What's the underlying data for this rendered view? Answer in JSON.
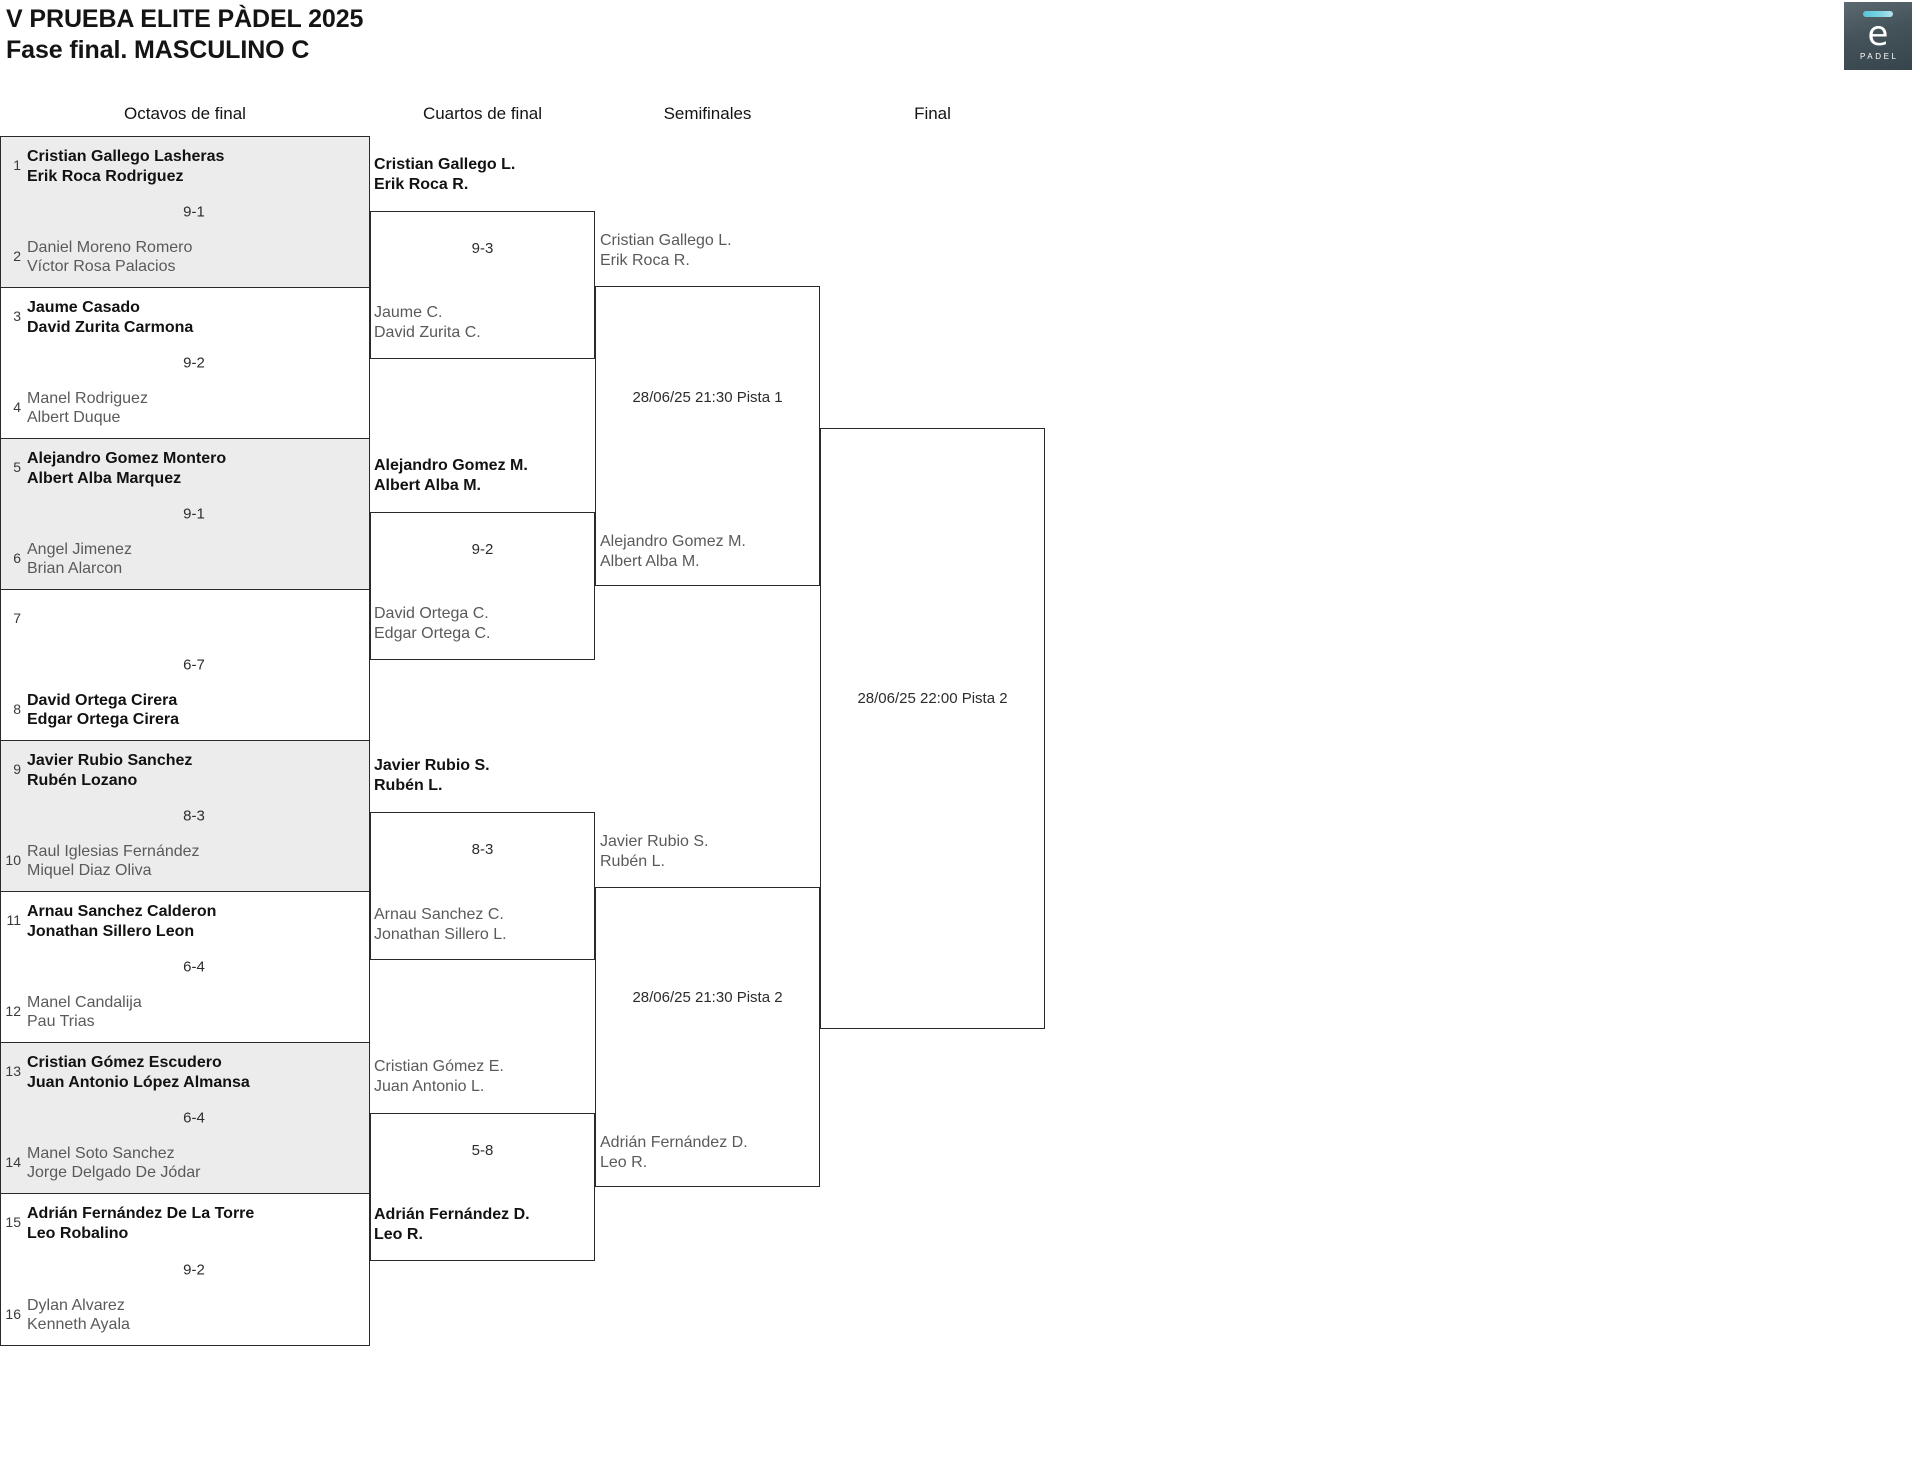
{
  "header": {
    "title_line1": "V PRUEBA ELITE PÀDEL 2025",
    "title_line2": "Fase final. MASCULINO C"
  },
  "logo": {
    "mark": "e",
    "wordmark": "PADEL",
    "bar_color": "#57c5d8",
    "box_color": "#44525a"
  },
  "rounds": [
    {
      "label": "Octavos de final"
    },
    {
      "label": "Cuartos de final"
    },
    {
      "label": "Semifinales"
    },
    {
      "label": "Final"
    }
  ],
  "round1": {
    "matches": [
      {
        "score": "9-1",
        "top": {
          "seed": "1",
          "p1": "Cristian Gallego Lasheras",
          "p2": "Erik Roca Rodriguez",
          "winner": true
        },
        "bottom": {
          "seed": "2",
          "p1": "Daniel Moreno Romero",
          "p2": "Víctor Rosa Palacios",
          "winner": false
        }
      },
      {
        "score": "9-2",
        "top": {
          "seed": "3",
          "p1": "Jaume Casado",
          "p2": "David Zurita Carmona",
          "winner": true
        },
        "bottom": {
          "seed": "4",
          "p1": "Manel Rodriguez",
          "p2": "Albert Duque",
          "winner": false
        }
      },
      {
        "score": "9-1",
        "top": {
          "seed": "5",
          "p1": "Alejandro Gomez Montero",
          "p2": "Albert Alba Marquez",
          "winner": true
        },
        "bottom": {
          "seed": "6",
          "p1": "Angel Jimenez",
          "p2": "Brian Alarcon",
          "winner": false
        }
      },
      {
        "score": "6-7",
        "top": {
          "seed": "7",
          "p1": "",
          "p2": "",
          "winner": false
        },
        "bottom": {
          "seed": "8",
          "p1": "David Ortega Cirera",
          "p2": "Edgar Ortega Cirera",
          "winner": true
        }
      },
      {
        "score": "8-3",
        "top": {
          "seed": "9",
          "p1": "Javier Rubio Sanchez",
          "p2": "Rubén Lozano",
          "winner": true
        },
        "bottom": {
          "seed": "10",
          "p1": "Raul Iglesias Fernández",
          "p2": "Miquel Diaz Oliva",
          "winner": false
        }
      },
      {
        "score": "6-4",
        "top": {
          "seed": "11",
          "p1": "Arnau Sanchez Calderon",
          "p2": "Jonathan Sillero Leon",
          "winner": true
        },
        "bottom": {
          "seed": "12",
          "p1": "Manel Candalija",
          "p2": "Pau Trias",
          "winner": false
        }
      },
      {
        "score": "6-4",
        "top": {
          "seed": "13",
          "p1": "Cristian Gómez Escudero",
          "p2": "Juan Antonio López Almansa",
          "winner": true
        },
        "bottom": {
          "seed": "14",
          "p1": "Manel Soto Sanchez",
          "p2": "Jorge Delgado De Jódar",
          "winner": false
        }
      },
      {
        "score": "9-2",
        "top": {
          "seed": "15",
          "p1": "Adrián Fernández De La Torre",
          "p2": "Leo Robalino",
          "winner": true
        },
        "bottom": {
          "seed": "16",
          "p1": "Dylan Alvarez",
          "p2": "Kenneth Ayala",
          "winner": false
        }
      }
    ]
  },
  "round2": {
    "matches": [
      {
        "score": "9-3",
        "top": {
          "p1": "Cristian Gallego L.",
          "p2": "Erik Roca R.",
          "winner": true
        },
        "bottom": {
          "p1": "Jaume C.",
          "p2": "David Zurita C.",
          "winner": false
        }
      },
      {
        "score": "9-2",
        "top": {
          "p1": "Alejandro Gomez M.",
          "p2": "Albert Alba M.",
          "winner": true
        },
        "bottom": {
          "p1": "David Ortega C.",
          "p2": "Edgar Ortega C.",
          "winner": false
        }
      },
      {
        "score": "8-3",
        "top": {
          "p1": "Javier Rubio S.",
          "p2": "Rubén L.",
          "winner": true
        },
        "bottom": {
          "p1": "Arnau Sanchez C.",
          "p2": "Jonathan Sillero L.",
          "winner": false
        }
      },
      {
        "score": "5-8",
        "top": {
          "p1": "Cristian Gómez E.",
          "p2": "Juan Antonio L.",
          "winner": false
        },
        "bottom": {
          "p1": "Adrián Fernández D.",
          "p2": "Leo R.",
          "winner": true
        }
      }
    ]
  },
  "round3": {
    "matches": [
      {
        "schedule": "28/06/25 21:30 Pista 1",
        "top": {
          "p1": "Cristian Gallego L.",
          "p2": "Erik Roca R.",
          "winner": false
        },
        "bottom": {
          "p1": "Alejandro Gomez M.",
          "p2": "Albert Alba M.",
          "winner": false
        }
      },
      {
        "schedule": "28/06/25 21:30 Pista 2",
        "top": {
          "p1": "Javier Rubio S.",
          "p2": "Rubén L.",
          "winner": false
        },
        "bottom": {
          "p1": "Adrián Fernández D.",
          "p2": "Leo R.",
          "winner": false
        }
      }
    ]
  },
  "round4": {
    "matches": [
      {
        "schedule": "28/06/25 22:00 Pista 2",
        "top": {
          "p1": "",
          "p2": "",
          "winner": false
        },
        "bottom": {
          "p1": "",
          "p2": "",
          "winner": false
        }
      }
    ]
  }
}
